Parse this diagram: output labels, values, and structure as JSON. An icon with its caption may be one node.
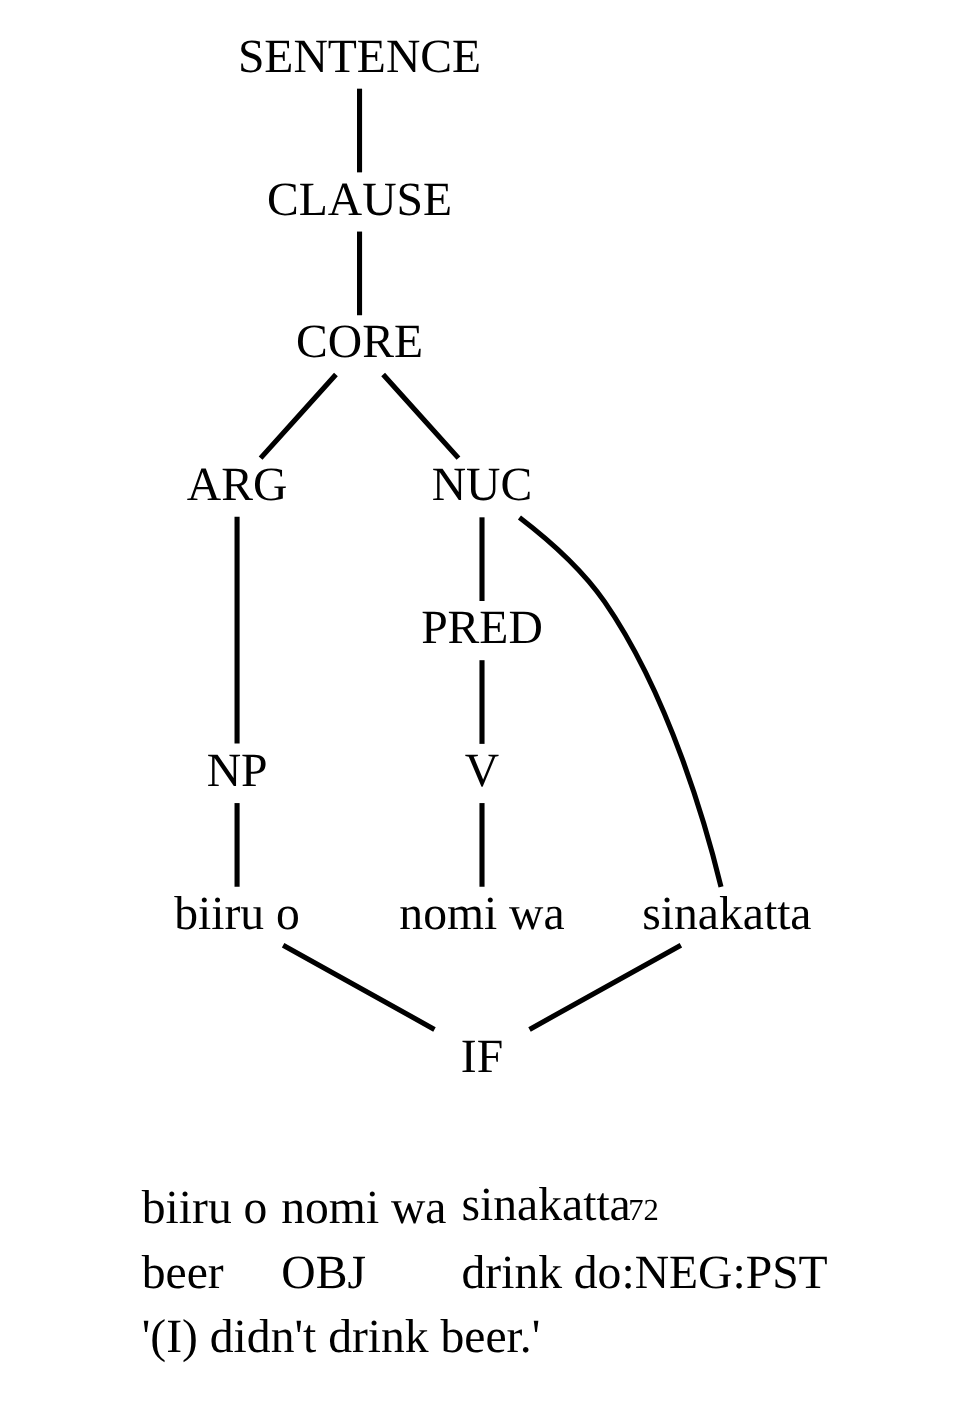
{
  "diagram": {
    "nodes": [
      {
        "text": [
          "SENTENCE"
        ]
      },
      {
        "text": [
          "CLAUSE"
        ]
      },
      {
        "text": [
          "CORE"
        ]
      },
      {
        "text": [
          "ARG"
        ]
      },
      {
        "text": [
          "NUC"
        ]
      },
      {
        "text": [
          "PRED"
        ]
      },
      {
        "text": [
          "NP"
        ]
      },
      {
        "text": [
          "V"
        ]
      },
      {
        "text": [
          "biiru o"
        ]
      },
      {
        "text": [
          "nomi wa"
        ]
      },
      {
        "text": [
          "sinakatta"
        ]
      },
      {
        "text": [
          "IF"
        ]
      }
    ],
    "edges": [
      {
        "from": 0,
        "to": 1,
        "arrow": "none"
      },
      {
        "from": 1,
        "to": 2,
        "arrow": "none"
      },
      {
        "from": 2,
        "to": 3,
        "arrow": "none"
      },
      {
        "from": 2,
        "to": 4,
        "arrow": "none"
      },
      {
        "from": 3,
        "to": 6,
        "arrow": "none"
      },
      {
        "from": 4,
        "to": 5,
        "arrow": "none"
      },
      {
        "from": 4,
        "to": 10,
        "arrow": "none"
      },
      {
        "from": 5,
        "to": 7,
        "arrow": "none"
      },
      {
        "from": 6,
        "to": 8,
        "arrow": "none"
      },
      {
        "from": 7,
        "to": 9,
        "arrow": "none"
      },
      {
        "from": 8,
        "to": 11,
        "arrow": "none"
      },
      {
        "from": 10,
        "to": 11,
        "arrow": "none"
      }
    ],
    "labels": [
      "biiru o",
      "nomi wa",
      "sinakatta$^{72}$",
      "beer",
      "OBJ",
      "drink",
      "do:NEG:PST",
      "'(I) didn't drink beer.'"
    ]
  }
}
